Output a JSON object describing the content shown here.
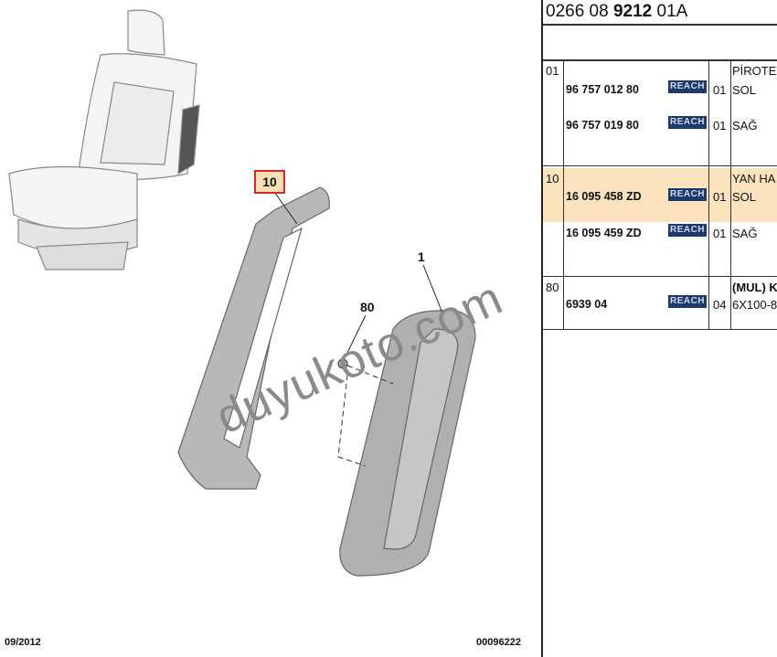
{
  "header": {
    "title_prefix": "0266 08 ",
    "title_bold": "9212",
    "title_suffix": " 01A"
  },
  "drawing": {
    "callouts": [
      "10",
      "1",
      "80"
    ],
    "watermark": "duyukoto.com",
    "date": "09/2012",
    "ref": "00096222",
    "highlight_color": "#fbe3be",
    "callout_border_color": "#d8262b"
  },
  "badge": "REACH",
  "rows": [
    {
      "ref": "01",
      "title": "PİROTE",
      "lines": [
        {
          "pn": "96 757 012 80",
          "qty": "01",
          "desc": "SOL"
        },
        {
          "pn": "96 757 019 80",
          "qty": "01",
          "desc": "SAĞ"
        }
      ]
    },
    {
      "ref": "10",
      "title": "YAN HA",
      "lines": [
        {
          "pn": "16 095 458 ZD",
          "qty": "01",
          "desc": "SOL"
        },
        {
          "pn": "16 095 459 ZD",
          "qty": "01",
          "desc": "SAĞ"
        }
      ]
    },
    {
      "ref": "80",
      "title": "(MUL) K",
      "lines": [
        {
          "pn": "6939 04",
          "qty": "04",
          "desc": "6X100-8"
        }
      ]
    }
  ]
}
